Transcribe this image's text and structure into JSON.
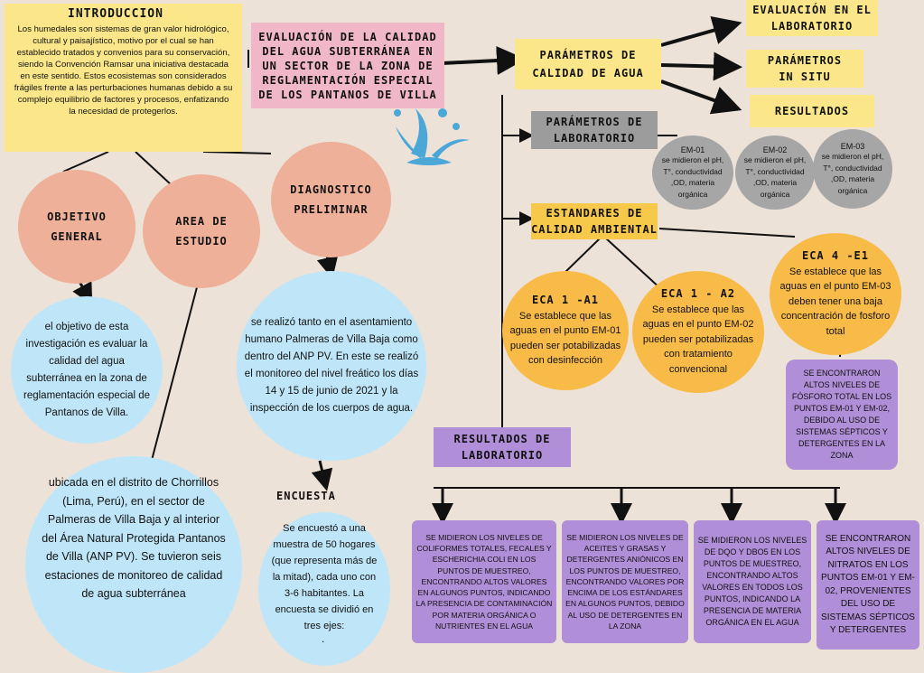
{
  "intro": {
    "title": "INTRODUCCION",
    "text": "Los humedales son sistemas de gran valor hidrológico, cultural y paisajístico, motivo por el cual se han establecido tratados y convenios para su conservación, siendo la Convención Ramsar una iniciativa destacada en este sentido. Estos ecosistemas son considerados frágiles frente a las perturbaciones humanas debido a su complejo equilibrio de factores y procesos, enfatizando la necesidad de protegerlos."
  },
  "main_title": "EVALUACIÓN DE LA CALIDAD DEL AGUA SUBTERRÁNEA EN UN SECTOR DE LA ZONA DE REGLAMENTACIÓN ESPECIAL DE LOS PANTANOS DE VILLA",
  "nodes": {
    "objetivo_general": "OBJETIVO\nGENERAL",
    "area_estudio": "AREA DE\nESTUDIO",
    "diagnostico": "DIAGNOSTICO\nPRELIMINAR",
    "objetivo_text": "el objetivo de esta investigación es evaluar la calidad del agua subterránea en la zona de reglamentación especial de Pantanos de Villa.",
    "area_text": "ubicada en el distrito de Chorrillos (Lima, Perú), en el sector de Palmeras de Villa Baja y al interior del Área Natural Protegida Pantanos de Villa (ANP PV). Se tuvieron seis estaciones de monitoreo de calidad de agua subterránea",
    "diagnostico_text": "se realizó tanto en el asentamiento humano Palmeras de Villa Baja como dentro del ANP PV. En este se realizó el monitoreo del nivel freático los días 14 y 15 de junio de 2021 y la inspección de los cuerpos de agua.",
    "encuesta_label": "ENCUESTA",
    "encuesta_text": "Se encuestó a una muestra de 50 hogares (que representa más de la mitad), cada uno con 3-6 habitantes. La encuesta se dividió en tres ejes:",
    "encuesta_dot": "."
  },
  "parametros": {
    "main": "PARÁMETROS DE\nCALIDAD DE AGUA",
    "eval_lab": "EVALUACIÓN EN EL\nLABORATORIO",
    "in_situ": "PARÁMETROS\nIN SITU",
    "resultados": "RESULTADOS",
    "lab": "PARÁMETROS DE\nLABORATORIO"
  },
  "em": [
    {
      "title": "EM-01",
      "text": "se midieron el pH, T°, conductividad ,OD, materia orgánica"
    },
    {
      "title": "EM-02",
      "text": "se midieron el pH, T°, conductividad ,OD, materia orgánica"
    },
    {
      "title": "EM-03",
      "text": "se midieron el pH, T°, conductividad ,OD, materia orgánica"
    }
  ],
  "estandares": "ESTANDARES DE\nCALIDAD AMBIENTAL",
  "eca": [
    {
      "title": "ECA 1 -A1",
      "text": "Se establece que las aguas en el punto EM-01 pueden ser potabilizadas con desinfección"
    },
    {
      "title": "ECA 1 - A2",
      "text": "Se establece que las aguas en el punto EM-02 pueden ser potabilizadas con tratamiento convencional"
    },
    {
      "title": "ECA 4 -E1",
      "text": "Se establece que las aguas en el punto EM-03 deben tener una baja concentración de fosforo total"
    }
  ],
  "fosforo": "SE ENCONTRARON ALTOS NIVELES DE FÓSFORO TOTAL EN LOS PUNTOS EM-01 Y EM-02, DEBIDO AL USO DE SISTEMAS SÉPTICOS Y DETERGENTES EN LA ZONA",
  "resultados_lab": "RESULTADOS DE\nLABORATORIO",
  "results": [
    "SE MIDIERON LOS NIVELES DE COLIFORMES TOTALES, FECALES Y ESCHERICHIA COLI EN LOS PUNTOS DE MUESTREO, ENCONTRANDO ALTOS VALORES EN ALGUNOS PUNTOS, INDICANDO LA PRESENCIA DE CONTAMINACIÓN POR MATERIA ORGÁNICA O NUTRIENTES EN EL AGUA",
    "SE MIDIERON LOS NIVELES DE ACEITES Y GRASAS Y DETERGENTES ANIÓNICOS EN LOS PUNTOS DE MUESTREO, ENCONTRANDO VALORES POR ENCIMA DE LOS ESTÁNDARES EN ALGUNOS PUNTOS, DEBIDO AL USO DE DETERGENTES EN LA ZONA",
    "SE MIDIERON LOS NIVELES DE DQO Y DBO5 EN LOS PUNTOS DE MUESTREO, ENCONTRANDO ALTOS VALORES EN TODOS LOS PUNTOS, INDICANDO LA PRESENCIA DE MATERIA ORGÁNICA EN EL AGUA",
    "SE ENCONTRARON ALTOS NIVELES DE NITRATOS EN LOS PUNTOS EM-01 Y EM-02, PROVENIENTES DEL USO DE SISTEMAS SÉPTICOS Y DETERGENTES"
  ],
  "colors": {
    "background": "#ede2d8",
    "yellow": "#fbe78a",
    "gold": "#f7c94a",
    "pink": "#f0b7c8",
    "lavender": "#b18ed8",
    "salmon": "#eeb098",
    "sky": "#bfe6f8",
    "orange": "#f9bb48",
    "gray": "#9c9c9c"
  }
}
